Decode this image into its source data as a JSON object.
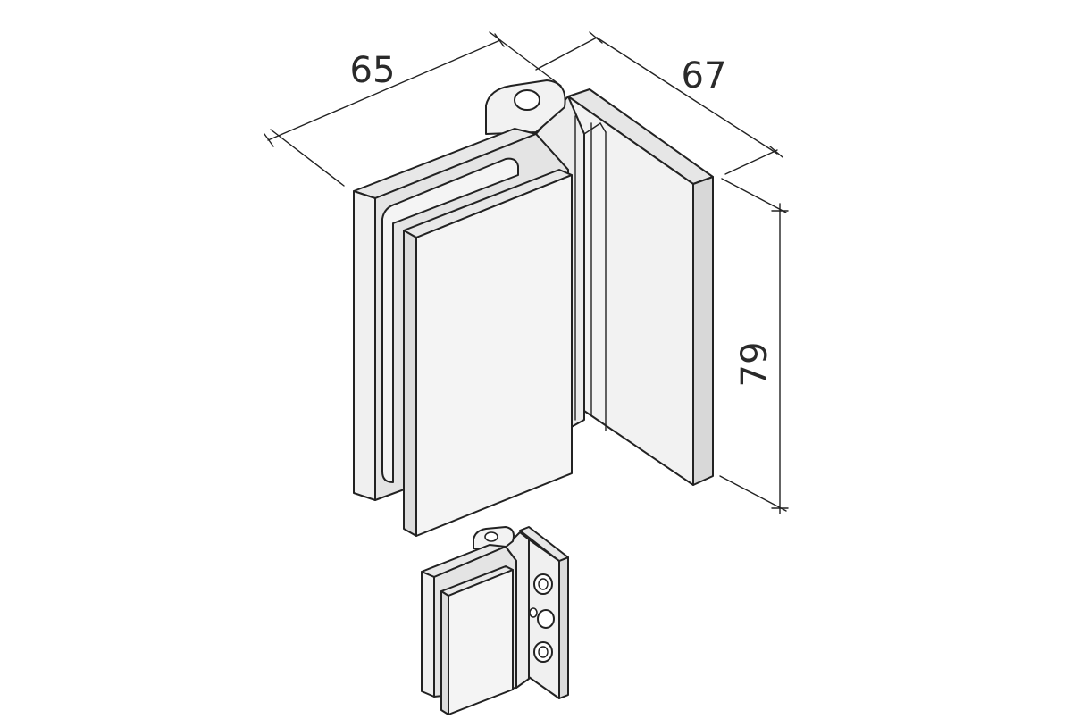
{
  "dimensions": {
    "width_label": "65",
    "depth_label": "67",
    "height_label": "79"
  },
  "colors": {
    "line": "#222222",
    "face_light": "#f2f2f2",
    "face_mid": "#e6e6e6",
    "face_dark": "#d8d8d8",
    "background": "#ffffff"
  }
}
